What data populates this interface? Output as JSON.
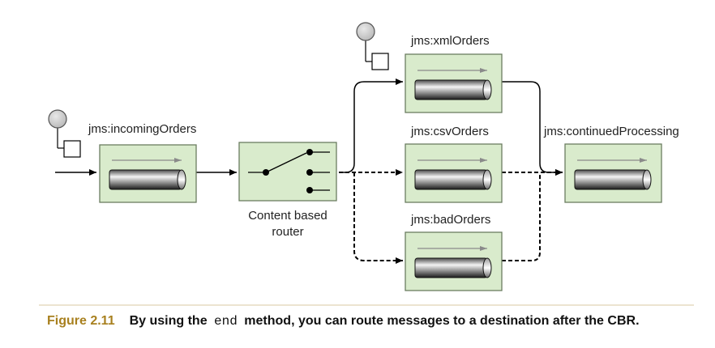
{
  "colors": {
    "box_fill": "#d9ebcc",
    "box_stroke": "#6b7d60",
    "caption_accent": "#a8801f"
  },
  "nodes": {
    "incoming": {
      "label": "jms:incomingOrders"
    },
    "router": {
      "label_line1": "Content based",
      "label_line2": "router"
    },
    "xml": {
      "label": "jms:xmlOrders"
    },
    "csv": {
      "label": "jms:csvOrders"
    },
    "bad": {
      "label": "jms:badOrders"
    },
    "continued": {
      "label": "jms:continuedProcessing"
    }
  },
  "icons": [
    "message-endpoint-icon",
    "message-channel-icon",
    "content-router-icon",
    "arrow-icon"
  ],
  "caption": {
    "number": "Figure 2.11",
    "text_before": "By using the ",
    "code": "end",
    "text_after": " method, you can route messages to a destination after the CBR."
  }
}
